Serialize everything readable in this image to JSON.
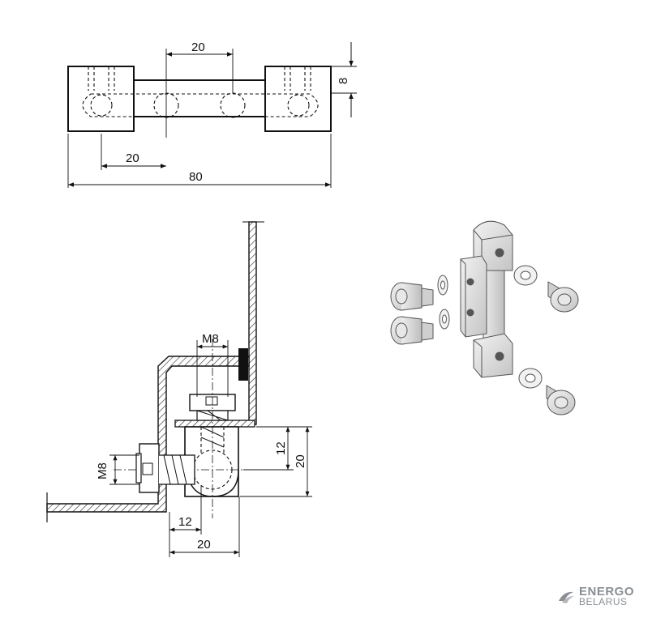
{
  "top_view": {
    "dim_gap": "20",
    "dim_height": "8",
    "dim_offset": "20",
    "dim_total": "80"
  },
  "section_view": {
    "dim_bolt_top": "M8",
    "dim_bolt_side": "M8",
    "dim_axis_height": "12",
    "dim_block_height": "20",
    "dim_axis_width": "12",
    "dim_block_width": "20"
  },
  "logo": {
    "line1": "ENERGO",
    "line2": "BELARUS"
  }
}
